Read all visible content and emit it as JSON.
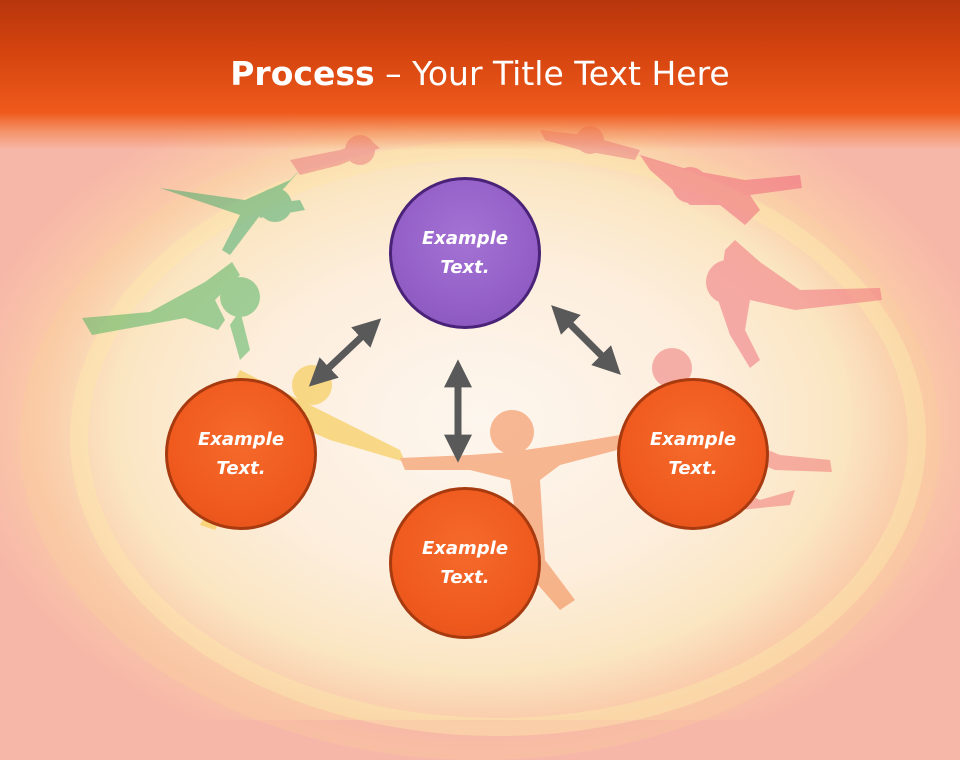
{
  "slide": {
    "title_bold": "Process",
    "title_rest": " – Your Title Text Here"
  },
  "nodes": {
    "top": {
      "line1": "Example",
      "line2": "Text.",
      "color": "#9460c8"
    },
    "left": {
      "line1": "Example",
      "line2": "Text.",
      "color": "#f05a1e"
    },
    "bottom": {
      "line1": "Example",
      "line2": "Text.",
      "color": "#f05a1e"
    },
    "right": {
      "line1": "Example",
      "line2": "Text.",
      "color": "#f05a1e"
    }
  },
  "colors": {
    "header": "#d5440f",
    "arrow": "#595959"
  }
}
